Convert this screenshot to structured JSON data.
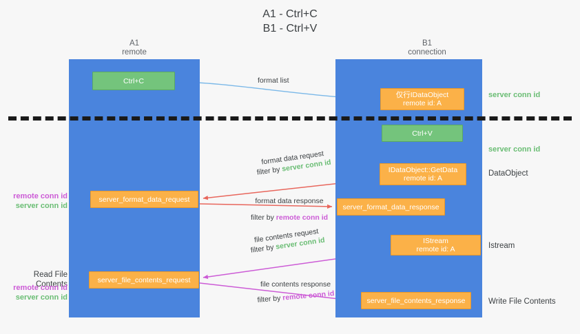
{
  "title": "A1 - Ctrl+C\nB1 - Ctrl+V",
  "lanes": {
    "left": {
      "header": "A1\nremote"
    },
    "right": {
      "header": "B1\nconnection"
    }
  },
  "boxes": {
    "ctrl_c": "Ctrl+C",
    "idataobject": "仅行IDataObject\nremote id: A",
    "ctrl_v": "Ctrl+V",
    "getdata": "IDataObject::GetData\nremote id: A",
    "server_format_data_request": "server_format_data_request",
    "server_format_data_response": "server_format_data_response",
    "istream": "IStream\nremote id: A",
    "server_file_contents_request": "server_file_contents_request",
    "server_file_contents_response": "server_file_contents_response"
  },
  "edge_labels": {
    "format_list": "format list",
    "format_data_request": "format data request",
    "format_data_request_filter_prefix": "filter by ",
    "format_data_request_filter_value": "server conn id",
    "format_data_response": "format data response",
    "format_data_response_filter_prefix": "filter by ",
    "format_data_response_filter_value": "remote conn id",
    "file_contents_request": "file contents request",
    "file_contents_request_filter_prefix": "filter by ",
    "file_contents_request_filter_value": "server conn id",
    "file_contents_response": "file contents response",
    "file_contents_response_filter_prefix": "filter by ",
    "file_contents_response_filter_value": "remote conn id"
  },
  "notes": {
    "server_conn_id_top": "server conn id",
    "server_conn_id_mid": "server conn id",
    "dataobject": "DataObject",
    "istream": "Istream",
    "write_file_contents": "Write File Contents",
    "read_file_contents": "Read File Contents",
    "remote_conn_id": "remote conn id",
    "server_conn_id": "server conn id"
  },
  "colors": {
    "lane": "#4a84dd",
    "green_box": "#74c47c",
    "orange_box": "#fbb148",
    "green_text": "#6abd74",
    "magenta_text": "#cc5bd6",
    "arrow_blue": "#7ab8e8",
    "arrow_red": "#e8665c",
    "arrow_magenta": "#cc5bd6",
    "arrow_black": "#1a1a1a",
    "background": "#f7f7f7"
  }
}
